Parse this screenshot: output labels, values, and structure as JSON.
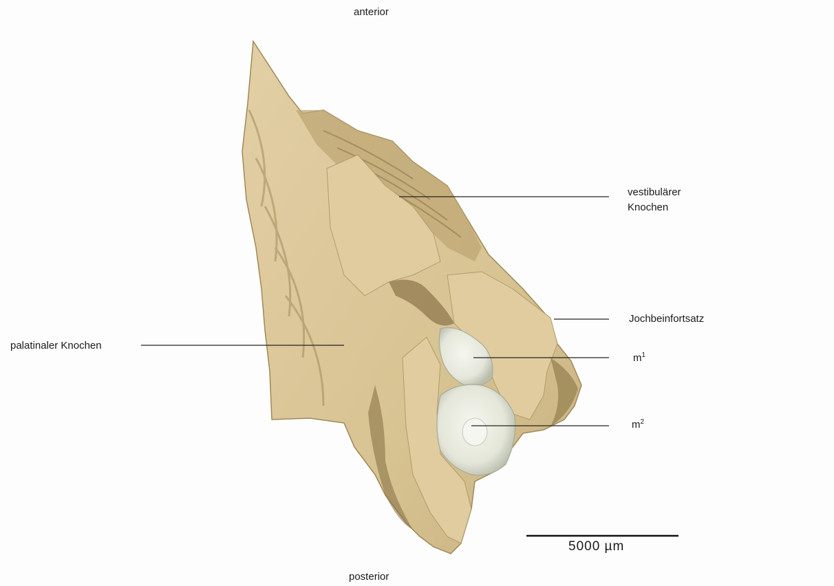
{
  "orientation": {
    "top": "anterior",
    "bottom": "posterior"
  },
  "labels": {
    "vestibular_line1": "vestibulärer",
    "vestibular_line2": "Knochen",
    "zygomatic": "Jochbeinfortsatz",
    "palatinal": "palatinaler Knochen",
    "m1_base": "m",
    "m1_sup": "1",
    "m2_base": "m",
    "m2_sup": "2"
  },
  "scale_bar": {
    "label": "5000 µm"
  },
  "colors": {
    "bone": "#dcc79a",
    "bone_shadow": "#a38c5d",
    "bone_dark": "#7d6941",
    "tooth": "#e9ecdf",
    "tooth_shadow": "#bcc0b0",
    "leader": "#222222"
  }
}
